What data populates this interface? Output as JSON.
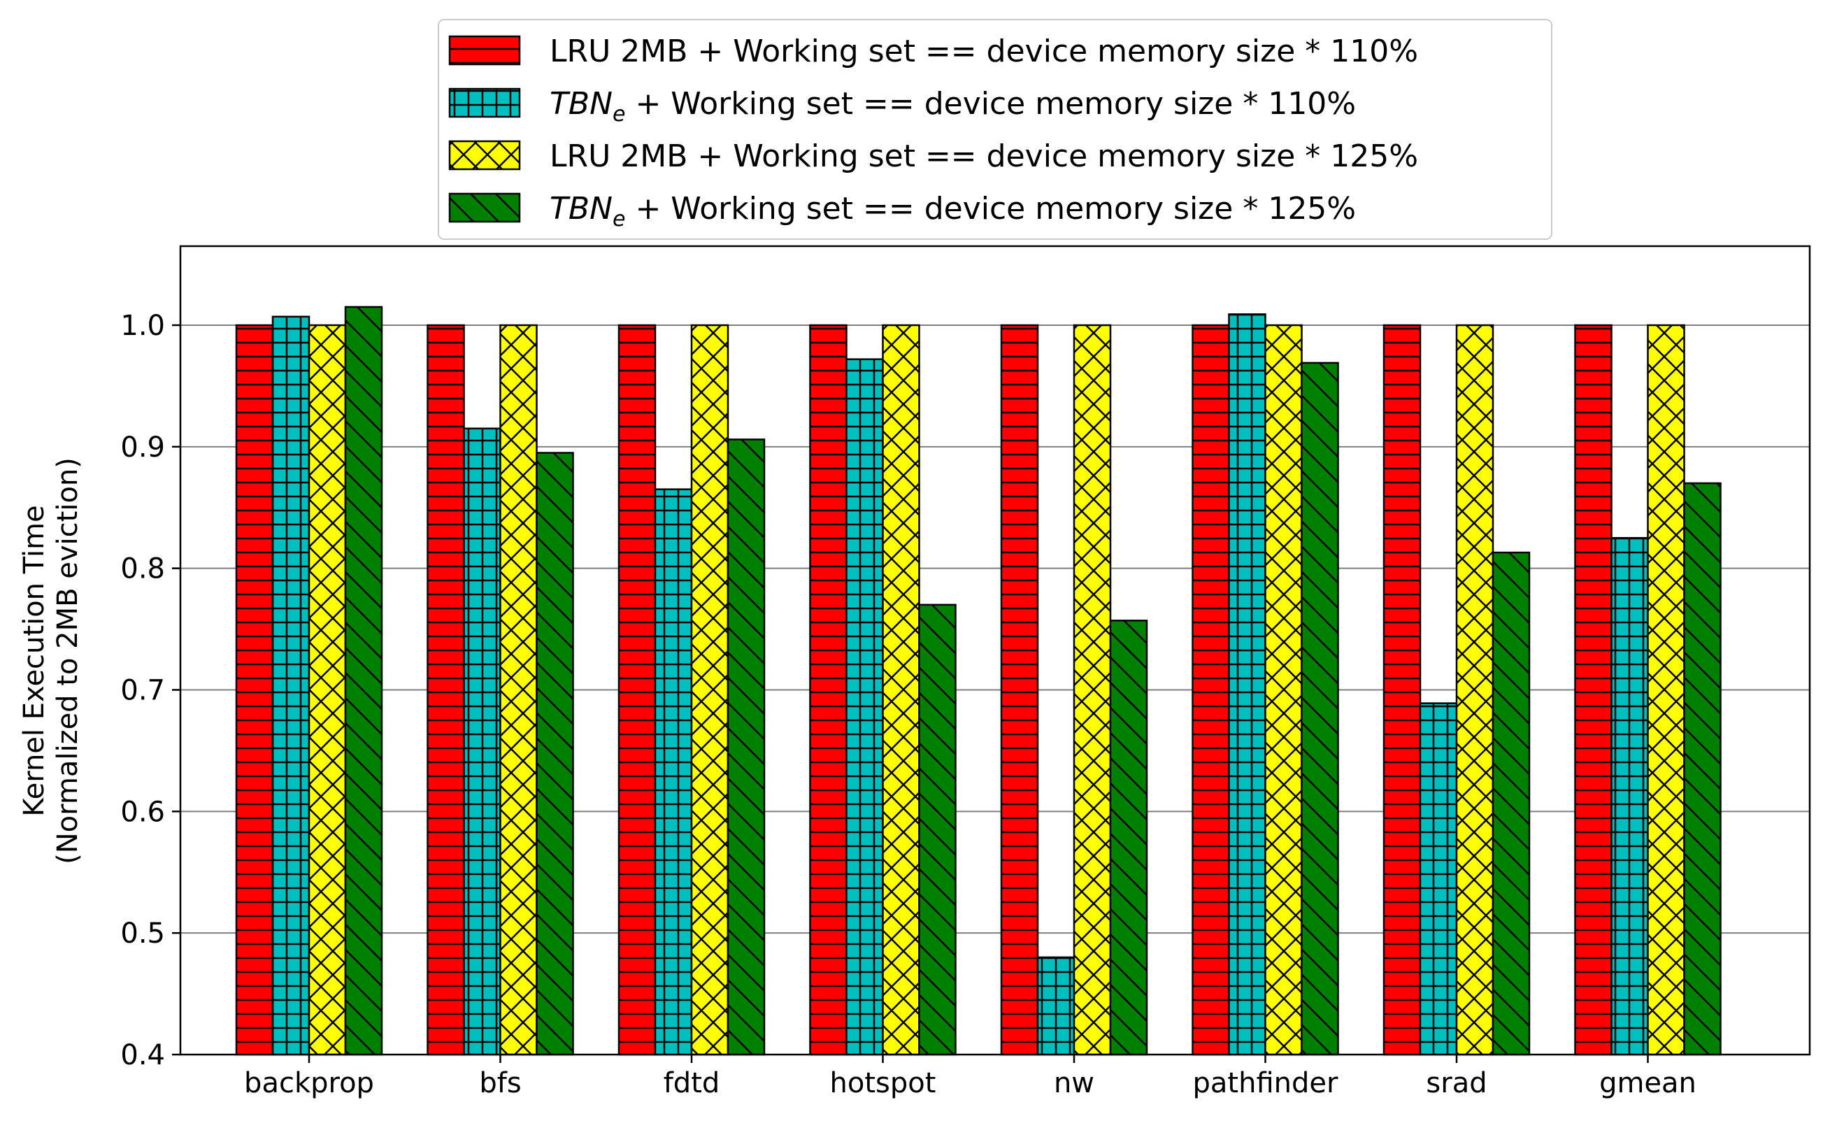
{
  "chart_data": {
    "type": "bar",
    "categories": [
      "backprop",
      "bfs",
      "fdtd",
      "hotspot",
      "nw",
      "pathfinder",
      "srad",
      "gmean"
    ],
    "series": [
      {
        "name": "LRU 2MB + Working set == device memory size * 110%",
        "name_prefix": "",
        "name_rest": "LRU 2MB + Working set == device memory size * 110%",
        "color": "#ff0000",
        "hatch": "horizontal",
        "values": [
          1.0,
          1.0,
          1.0,
          1.0,
          1.0,
          1.0,
          1.0,
          1.0
        ]
      },
      {
        "name": "TBNe + Working set == device memory size * 110%",
        "name_prefix": "TBN",
        "name_sub": "e",
        "name_rest": " + Working set == device memory size * 110%",
        "color": "#00bfbf",
        "hatch": "grid",
        "values": [
          1.007,
          0.915,
          0.865,
          0.972,
          0.48,
          1.009,
          0.689,
          0.825
        ]
      },
      {
        "name": "LRU 2MB + Working set == device memory size * 125%",
        "name_prefix": "",
        "name_rest": "LRU 2MB + Working set == device memory size * 125%",
        "color": "#ffff00",
        "hatch": "crosshatch",
        "values": [
          1.0,
          1.0,
          1.0,
          1.0,
          1.0,
          1.0,
          1.0,
          1.0
        ]
      },
      {
        "name": "TBNe + Working set == device memory size * 125%",
        "name_prefix": "TBN",
        "name_sub": "e",
        "name_rest": " + Working set == device memory size * 125%",
        "color": "#008000",
        "hatch": "diagonal",
        "values": [
          1.015,
          0.895,
          0.906,
          0.77,
          0.757,
          0.969,
          0.813,
          0.87
        ]
      }
    ],
    "title": "",
    "xlabel": "",
    "ylabel": [
      "Kernel Execution Time",
      "(Normalized to 2MB eviction)"
    ],
    "ylim": [
      0.4,
      1.065
    ],
    "yticks": [
      "0.4",
      "0.5",
      "0.6",
      "0.7",
      "0.8",
      "0.9",
      "1.0"
    ],
    "grid": "horizontal",
    "legend_position": "top-center-outside"
  }
}
